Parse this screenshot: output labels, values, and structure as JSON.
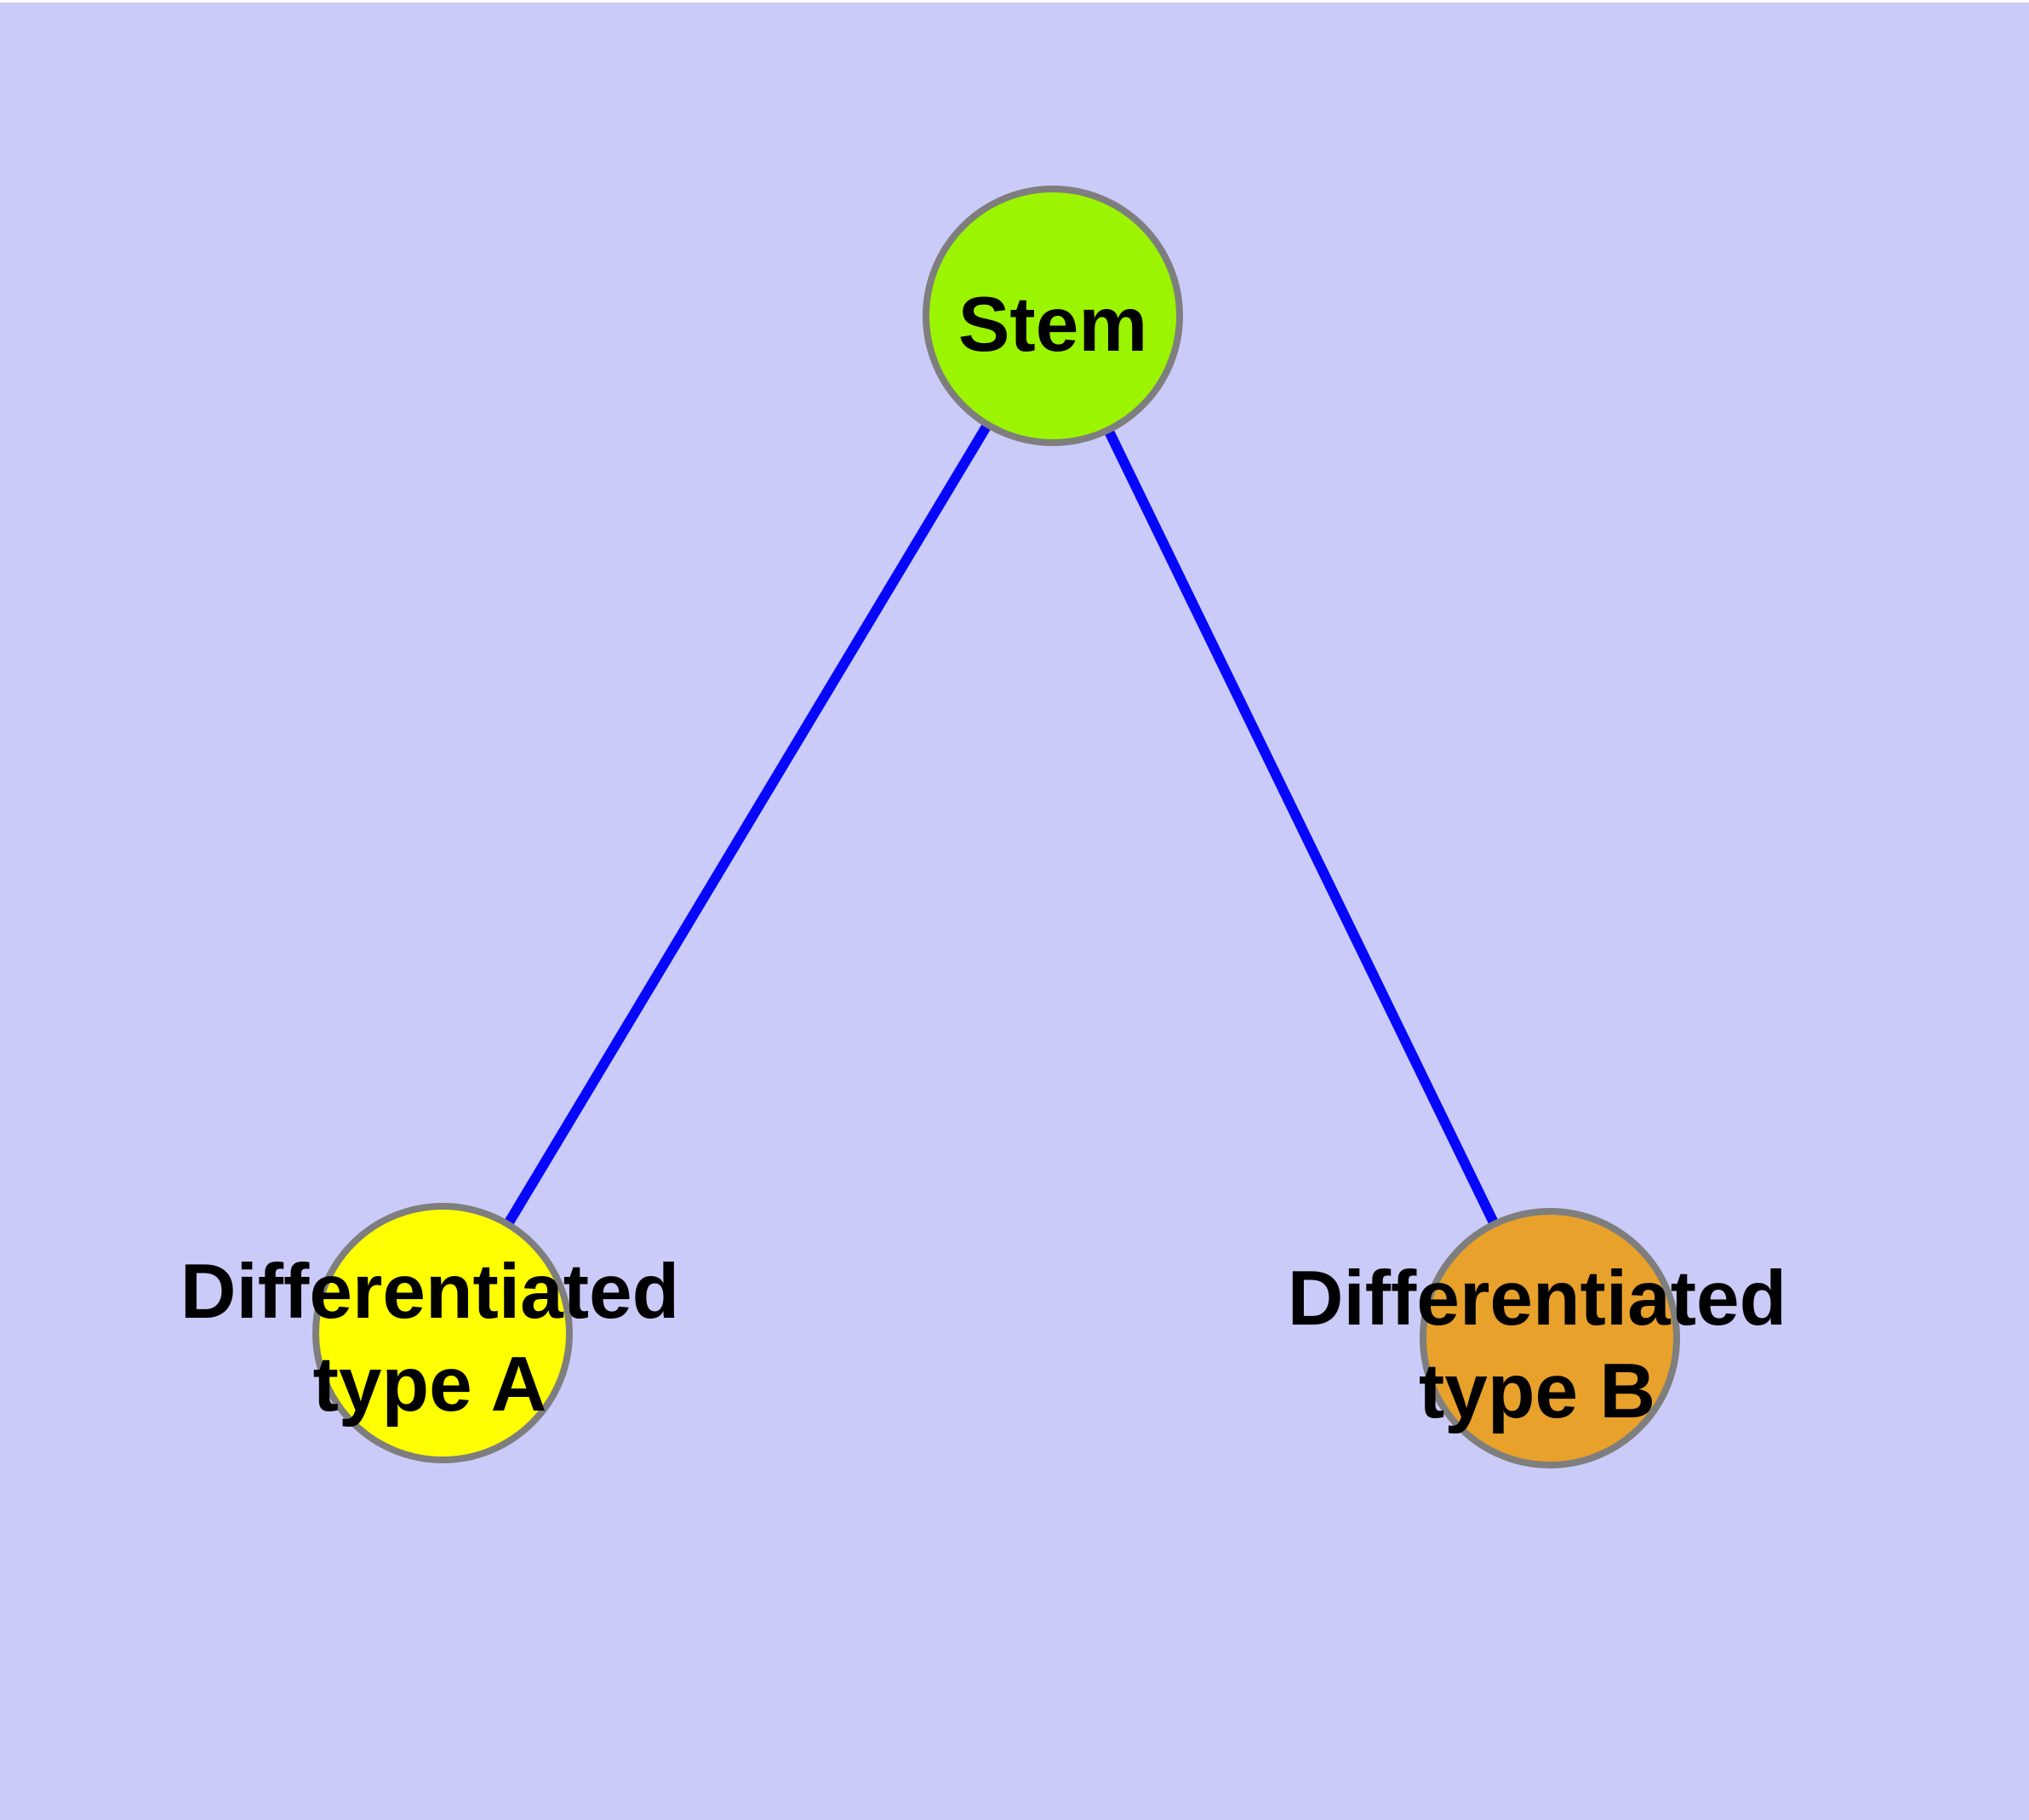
{
  "diagram": {
    "background_color": "#cbcbf9",
    "edge_color": "#0606fa",
    "node_border_color": "#7e7e7e",
    "label_color": "#000000",
    "nodes": [
      {
        "id": "stem",
        "label_lines": {
          "0": "Stem"
        },
        "fill": "#9bf500"
      },
      {
        "id": "differentiated-type-a",
        "label_lines": {
          "0": "Differentiated",
          "1": "type A"
        },
        "fill": "#ffff00"
      },
      {
        "id": "differentiated-type-b",
        "label_lines": {
          "0": "Differentiated",
          "1": "type B"
        },
        "fill": "#e8a12b"
      }
    ],
    "edges": [
      {
        "from": "Stem",
        "to": "Differentiated type A"
      },
      {
        "from": "Stem",
        "to": "Differentiated type B"
      }
    ]
  }
}
